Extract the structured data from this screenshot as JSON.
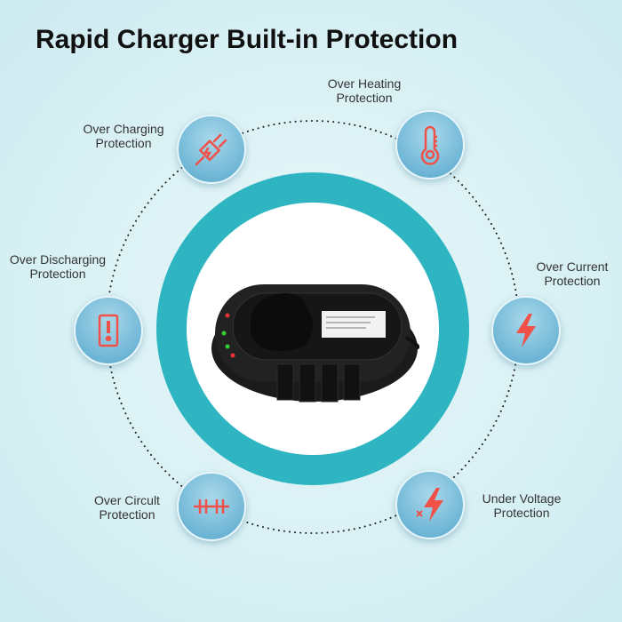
{
  "title": "Rapid Charger Built-in Protection",
  "features": [
    {
      "line1": "Over Charging",
      "line2": "Protection",
      "icon": "plug-bolt-icon"
    },
    {
      "line1": "Over Heating",
      "line2": "Protection",
      "icon": "thermometer-icon"
    },
    {
      "line1": "Over Discharging",
      "line2": "Protection",
      "icon": "exclamation-icon"
    },
    {
      "line1": "Over Current",
      "line2": "Protection",
      "icon": "lightning-icon"
    },
    {
      "line1": "Over Circult",
      "line2": "Protection",
      "icon": "circuit-icon"
    },
    {
      "line1": "Under Voltage",
      "line2": "Protection",
      "icon": "lightning-x-icon"
    }
  ],
  "colors": {
    "accent": "#f0524a",
    "ring": "#2fb5c2",
    "badge": "#6fb6d6"
  }
}
